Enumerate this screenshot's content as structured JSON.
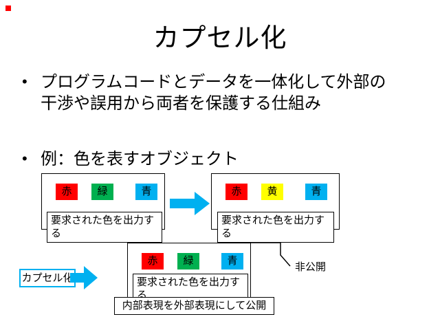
{
  "slide": {
    "title": "カプセル化",
    "bullet_char": "•",
    "bullets": [
      "プログラムコードとデータを一体化して外部の干渉や誤用から両者を保護する仕組み",
      "例：色を表すオブジェクト"
    ]
  },
  "colors": {
    "red": "#FF0000",
    "green": "#00B050",
    "blue": "#00B0F0",
    "yellow": "#FFFF00",
    "arrow": "#00B0F0",
    "line": "#000000"
  },
  "diagram": {
    "boxes": [
      {
        "name": "original-object",
        "chips": [
          {
            "label": "赤",
            "color": "red"
          },
          {
            "label": "緑",
            "color": "green"
          },
          {
            "label": "青",
            "color": "blue"
          }
        ],
        "method": "要求された色を出力する"
      },
      {
        "name": "modified-object",
        "chips": [
          {
            "label": "赤",
            "color": "red"
          },
          {
            "label": "黄",
            "color": "yellow"
          },
          {
            "label": "青",
            "color": "blue"
          }
        ],
        "method": "要求された色を出力する"
      },
      {
        "name": "encapsulated-object",
        "chips": [
          {
            "label": "赤",
            "color": "red"
          },
          {
            "label": "緑",
            "color": "green"
          },
          {
            "label": "青",
            "color": "blue"
          }
        ],
        "method": "要求された色を出力する",
        "public_method": "内部表現を外部表現にして公開"
      }
    ],
    "labels": {
      "encapsulation": "カプセル化",
      "private": "非公開"
    }
  }
}
